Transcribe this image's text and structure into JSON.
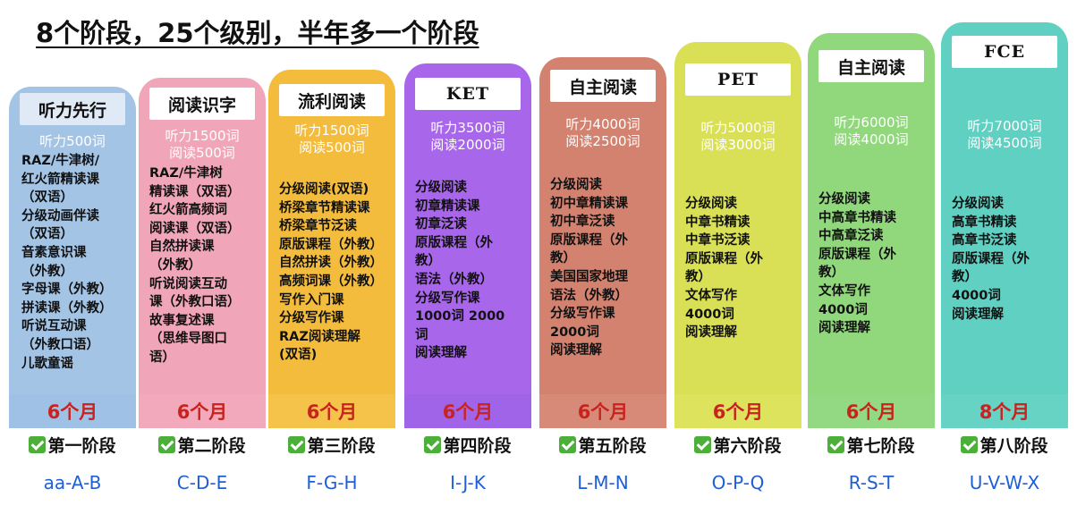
{
  "title": "8个阶段，25个级别，半年多一个阶段",
  "stages": [
    {
      "card_title": "听力先行",
      "vocab": [
        "听力500词"
      ],
      "courses": [
        "RAZ/牛津树/",
        "红火箭精读课",
        "（双语）",
        "分级动画伴读",
        "（双语）",
        "音素意识课",
        "（外教）",
        "字母课（外教）",
        "拼读课（外教）",
        "听说互动课",
        "（外教口语）",
        "儿歌童谣"
      ],
      "duration": "6个月",
      "stage_label": "第一阶段",
      "levels": "aa-A-B",
      "card_color": "#a4c4e6",
      "band_color": "#9fc1e5",
      "title_color": "#dfeaf6"
    },
    {
      "card_title": "阅读识字",
      "vocab": [
        "听力1500词",
        "阅读500词"
      ],
      "courses": [
        "RAZ/牛津树",
        "精读课（双语）",
        "红火箭高频词",
        "阅读课（双语）",
        "自然拼读课",
        "（外教）",
        "听说阅读互动",
        "课（外教口语）",
        "故事复述课",
        "（思维导图口",
        "语）"
      ],
      "duration": "6个月",
      "stage_label": "第二阶段",
      "levels": "C-D-E",
      "card_color": "#f0a6b8",
      "band_color": "#f1a9bb",
      "title_color": "#ffffff"
    },
    {
      "card_title": "流利阅读",
      "vocab": [
        "听力1500词",
        "阅读500词"
      ],
      "courses": [
        "分级阅读(双语)",
        "桥梁章节精读课",
        "桥梁章节泛读",
        "原版课程（外教）",
        "自然拼读（外教）",
        "高频词课（外教）",
        "写作入门课",
        "分级写作课",
        "RAZ阅读理解",
        "(双语)"
      ],
      "duration": "6个月",
      "stage_label": "第三阶段",
      "levels": "F-G-H",
      "card_color": "#f3bc3d",
      "band_color": "#f5c24a",
      "title_color": "#ffffff"
    },
    {
      "card_title": "KET",
      "vocab": [
        "听力3500词",
        "阅读2000词"
      ],
      "courses": [
        "分级阅读",
        "初章精读课",
        "初章泛读",
        "原版课程（外",
        "教）",
        "语法（外教）",
        "分级写作课",
        "1000词 2000",
        "词",
        "阅读理解"
      ],
      "duration": "6个月",
      "stage_label": "第四阶段",
      "levels": "I-J-K",
      "card_color": "#a866ea",
      "band_color": "#a064e8",
      "title_color": "#ffffff"
    },
    {
      "card_title": "自主阅读",
      "vocab": [
        "听力4000词",
        "阅读2500词"
      ],
      "courses": [
        "分级阅读",
        "初中章精读课",
        "初中章泛读",
        "原版课程（外",
        "教）",
        "美国国家地理",
        "语法（外教）",
        "分级写作课",
        "2000词",
        "阅读理解"
      ],
      "duration": "6个月",
      "stage_label": "第五阶段",
      "levels": "L-M-N",
      "card_color": "#d3826f",
      "band_color": "#d88a79",
      "title_color": "#ffffff"
    },
    {
      "card_title": "PET",
      "vocab": [
        "听力5000词",
        "阅读3000词"
      ],
      "courses": [
        "分级阅读",
        "中章书精读",
        "中章书泛读",
        "原版课程（外",
        "教）",
        "文体写作",
        "4000词",
        "阅读理解"
      ],
      "duration": "6个月",
      "stage_label": "第六阶段",
      "levels": "O-P-Q",
      "card_color": "#d9e055",
      "band_color": "#dde35c",
      "title_color": "#ffffff"
    },
    {
      "card_title": "自主阅读",
      "vocab": [
        "听力6000词",
        "阅读4000词"
      ],
      "courses": [
        "分级阅读",
        "中高章书精读",
        "中高章泛读",
        "原版课程（外",
        "教）",
        "文体写作",
        "4000词",
        "阅读理解"
      ],
      "duration": "6个月",
      "stage_label": "第七阶段",
      "levels": "R-S-T",
      "card_color": "#91d87d",
      "band_color": "#93d883",
      "title_color": "#ffffff"
    },
    {
      "card_title": "FCE",
      "vocab": [
        "听力7000词",
        "阅读4500词"
      ],
      "courses": [
        "分级阅读",
        "高章书精读",
        "高章书泛读",
        "原版课程（外",
        "教）",
        "4000词",
        "阅读理解"
      ],
      "duration": "8个月",
      "stage_label": "第八阶段",
      "levels": "U-V-W-X",
      "card_color": "#5fd0c1",
      "band_color": "#66d3c4",
      "title_color": "#ffffff"
    }
  ]
}
